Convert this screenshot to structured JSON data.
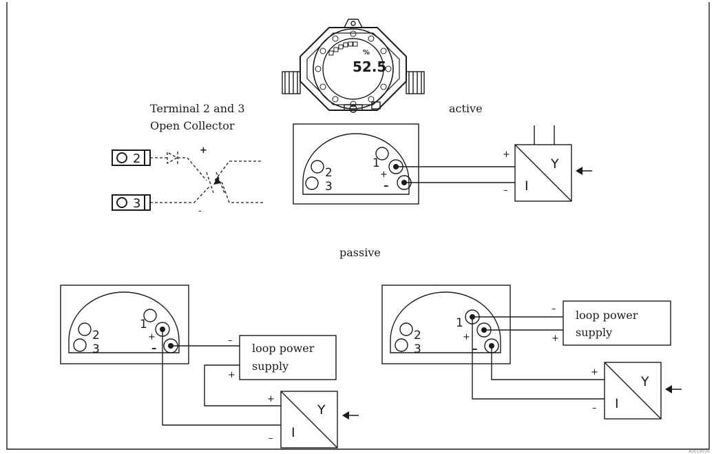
{
  "labels": {
    "terminal_line1": "Terminal 2 and 3",
    "terminal_line2": "Open Collector",
    "active": "active",
    "passive": "passive",
    "loop_supply_a": "loop power",
    "loop_supply_b": "supply",
    "doc_ref": "A0019016"
  },
  "device": {
    "display_unit": "%",
    "display_value": "52.5"
  },
  "open_collector": {
    "term_top": "2",
    "term_bottom": "3",
    "plus": "+",
    "minus": "-"
  },
  "terminals": {
    "t1": "1",
    "t2": "2",
    "t3": "3",
    "plus": "+",
    "minus": "–"
  },
  "converter": {
    "output": "Y",
    "input": "I",
    "plus": "+",
    "minus": "–"
  },
  "colors": {
    "line": "#1a1a1a",
    "background": "#ffffff"
  }
}
